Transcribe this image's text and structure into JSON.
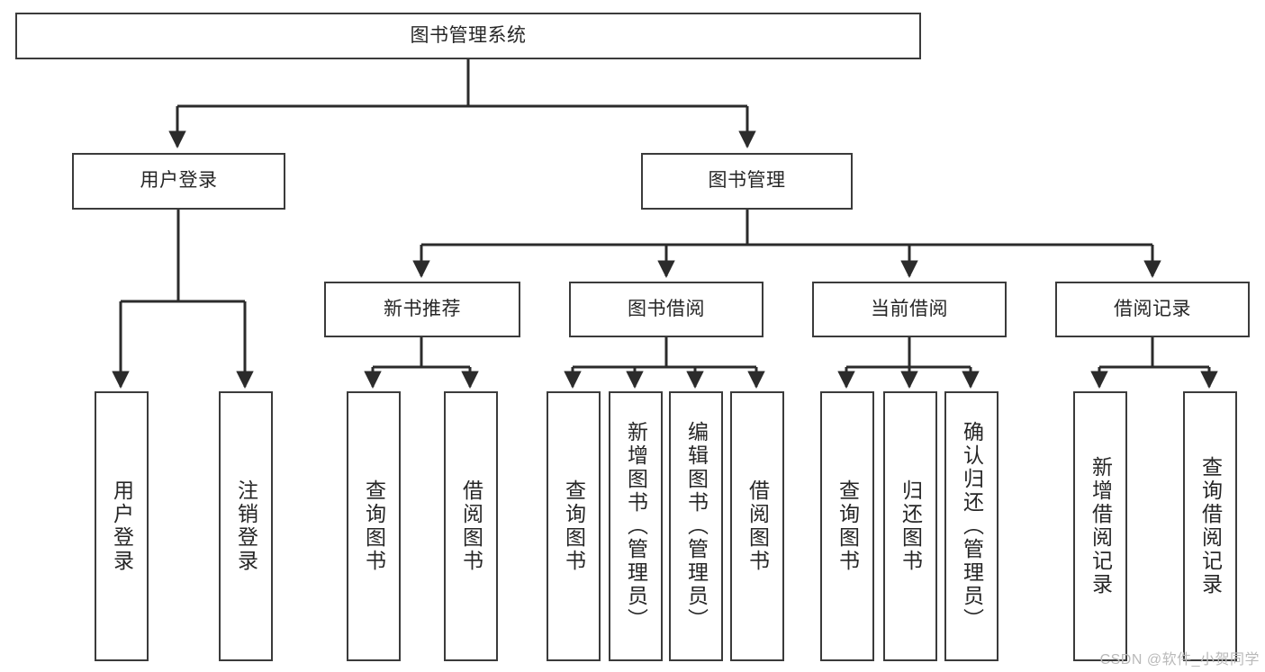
{
  "diagram": {
    "type": "tree-hierarchy-functional-decomposition",
    "title": "图书管理系统",
    "colors": {
      "box_border": "#3b3b3b",
      "box_fill": "#ffffff",
      "connector": "#2b2b2b",
      "text": "#262626",
      "watermark": "#b9b9b9"
    },
    "root": {
      "id": "root",
      "label": "图书管理系统"
    },
    "level2": [
      {
        "id": "user-login",
        "label": "用户登录"
      },
      {
        "id": "book-management",
        "label": "图书管理"
      }
    ],
    "level3": [
      {
        "id": "new-book-recommend",
        "label": "新书推荐",
        "parent": "book-management"
      },
      {
        "id": "book-borrow",
        "label": "图书借阅",
        "parent": "book-management"
      },
      {
        "id": "current-borrow",
        "label": "当前借阅",
        "parent": "book-management"
      },
      {
        "id": "borrow-record",
        "label": "借阅记录",
        "parent": "book-management"
      }
    ],
    "leaves": {
      "user-login": [
        {
          "id": "leaf-user-login",
          "label": "用户登录"
        },
        {
          "id": "leaf-user-logout",
          "label": "注销登录"
        }
      ],
      "new-book-recommend": [
        {
          "id": "leaf-query-book-1",
          "label": "查询图书"
        },
        {
          "id": "leaf-borrow-book-1",
          "label": "借阅图书"
        }
      ],
      "book-borrow": [
        {
          "id": "leaf-query-book-2",
          "label": "查询图书"
        },
        {
          "id": "leaf-add-book",
          "label": "新增图书（管理员）"
        },
        {
          "id": "leaf-edit-book",
          "label": "编辑图书（管理员）"
        },
        {
          "id": "leaf-borrow-book-2",
          "label": "借阅图书"
        }
      ],
      "current-borrow": [
        {
          "id": "leaf-query-book-3",
          "label": "查询图书"
        },
        {
          "id": "leaf-return-book",
          "label": "归还图书"
        },
        {
          "id": "leaf-confirm-return",
          "label": "确认归还（管理员）"
        }
      ],
      "borrow-record": [
        {
          "id": "leaf-add-record",
          "label": "新增借阅记录"
        },
        {
          "id": "leaf-query-record",
          "label": "查询借阅记录"
        }
      ]
    },
    "watermark": "CSDN @软件_小贺同学"
  }
}
